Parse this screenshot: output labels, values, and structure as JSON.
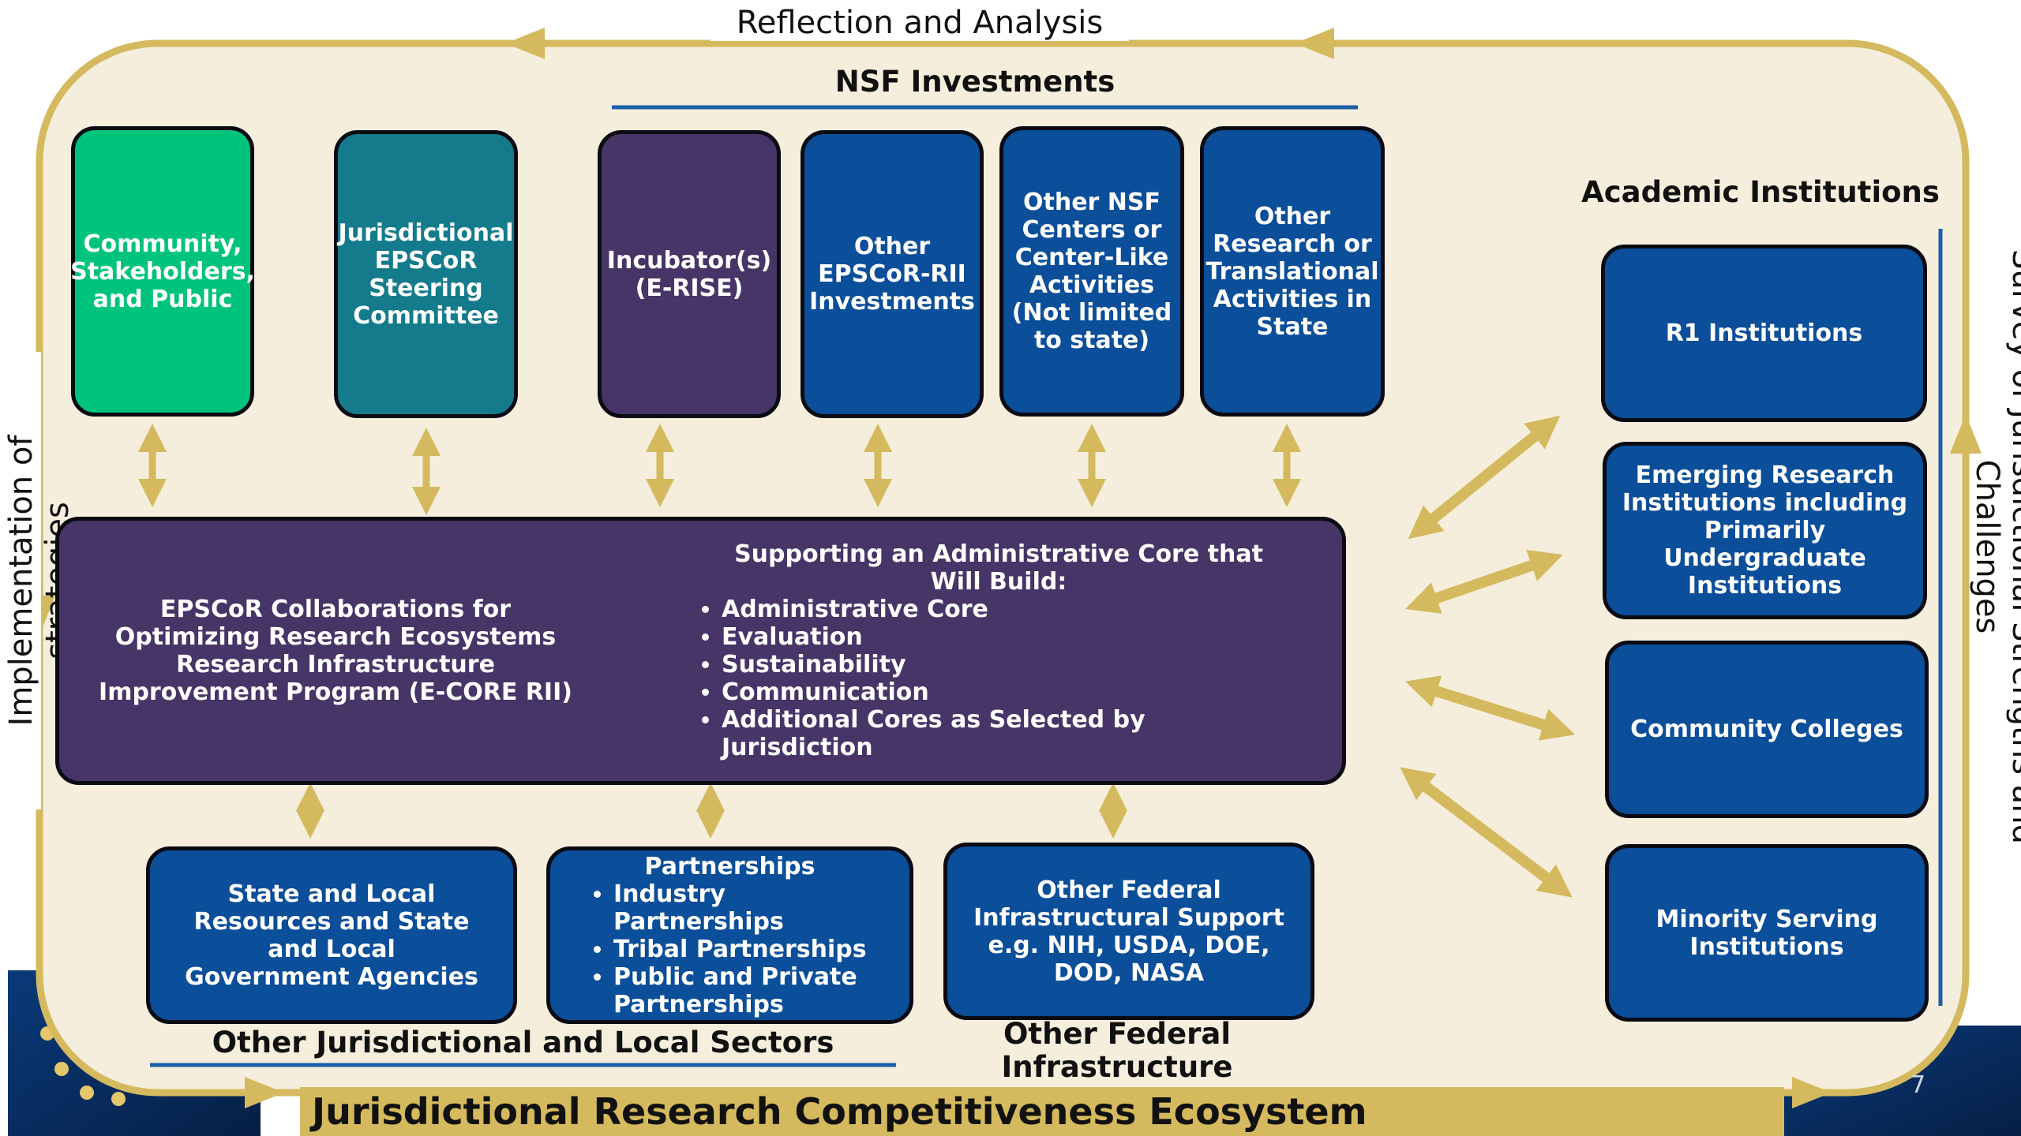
{
  "title": "Jurisdictional Research Competitiveness Ecosystem",
  "cycle_labels": {
    "top": "Reflection and Analysis",
    "left": "Implementation of strategies",
    "right": "Survey of Jurisdictional Strengths and Challenges"
  },
  "slide_number": "7",
  "nsf_investments": {
    "heading": "NSF Investments",
    "boxes": [
      "Incubator(s) (E-RISE)",
      "Other EPSCoR-RII Investments",
      "Other NSF Centers or Center-Like Activities (Not limited to state)",
      "Other Research or Translational Activities in State"
    ]
  },
  "top_boxes": {
    "community": "Community, Stakeholders, and Public",
    "steering": "Jurisdictional EPSCoR Steering Committee"
  },
  "core": {
    "left_text": "EPSCoR Collaborations for Optimizing Research Ecosystems Research Infrastructure Improvement Program (E-CORE RII)",
    "right_heading": "Supporting an Administrative Core that Will Build:",
    "items": [
      "Administrative Core",
      "Evaluation",
      "Sustainability",
      "Communication",
      "Additional Cores as Selected by Jurisdiction"
    ]
  },
  "academic": {
    "heading": "Academic Institutions",
    "boxes": [
      "R1 Institutions",
      "Emerging Research Institutions including Primarily Undergraduate Institutions",
      "Community Colleges",
      "Minority Serving Institutions"
    ]
  },
  "bottom": {
    "state_local": "State and Local Resources and State and Local Government Agencies",
    "partnerships_heading": "Partnerships",
    "partnerships_items": [
      "Industry Partnerships",
      "Tribal Partnerships",
      "Public and Private Partnerships"
    ],
    "federal": "Other Federal Infrastructural Support e.g. NIH, USDA, DOE, DOD, NASA",
    "local_sectors_label": "Other Jurisdictional and Local Sectors",
    "federal_label": "Other Federal Infrastructure"
  },
  "colors": {
    "background": "#f5eedc",
    "frame": "#d4b95e",
    "green": "#00c47c",
    "teal": "#147b8c",
    "purple": "#463566",
    "blue": "#0b4e99",
    "rule": "#1b5ea8"
  }
}
